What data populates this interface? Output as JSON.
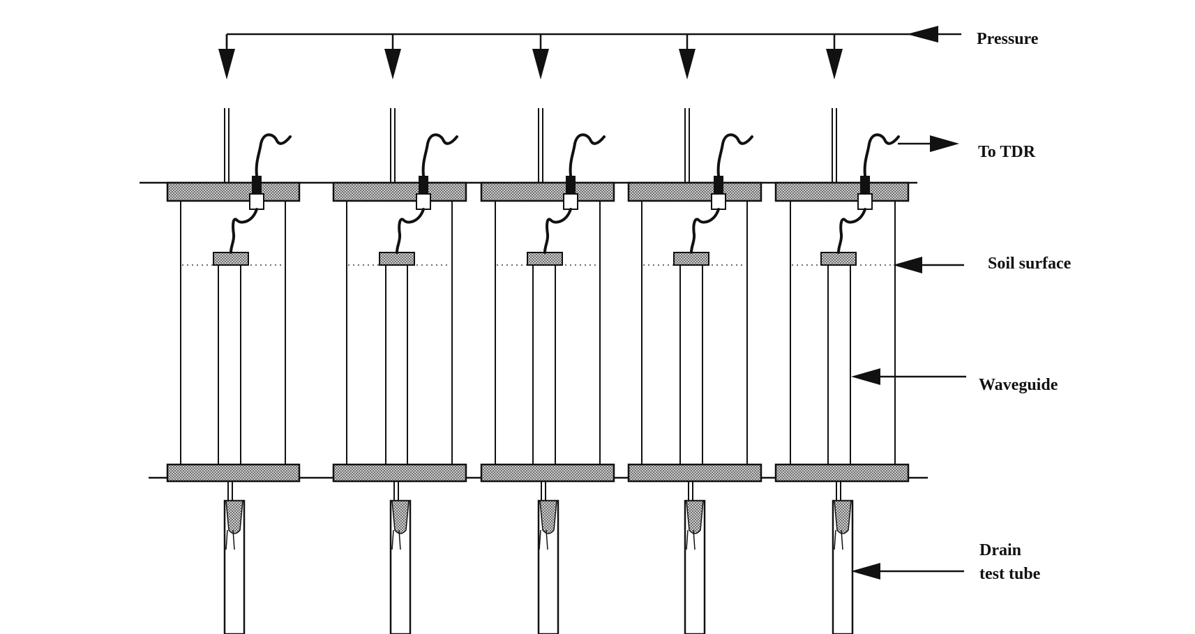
{
  "labels": {
    "pressure": "Pressure",
    "to_tdr": "To TDR",
    "soil_surface": "Soil surface",
    "waveguide": "Waveguide",
    "drain_line1": "Drain",
    "drain_line2": "test tube"
  },
  "columns": [
    {
      "id": 1
    },
    {
      "id": 2
    },
    {
      "id": 3
    },
    {
      "id": 4
    },
    {
      "id": 5
    }
  ],
  "colors": {
    "line": "#111111",
    "hatch_fill": "#a9a9a9",
    "background": "#ffffff"
  }
}
